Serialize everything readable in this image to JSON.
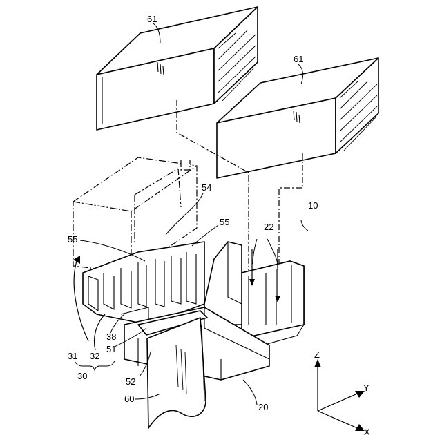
{
  "labels": {
    "busbar_left": "61",
    "busbar_right": "61",
    "connector": "10",
    "slots": "22",
    "left_55": "55",
    "right_55": "55",
    "part_54": "54",
    "part_38": "38",
    "part_51": "51",
    "part_52": "52",
    "part_31": "31",
    "part_32": "32",
    "part_30": "30",
    "cable": "60",
    "housing": "20"
  },
  "axes": {
    "z": "Z",
    "y": "Y",
    "x": "X"
  }
}
